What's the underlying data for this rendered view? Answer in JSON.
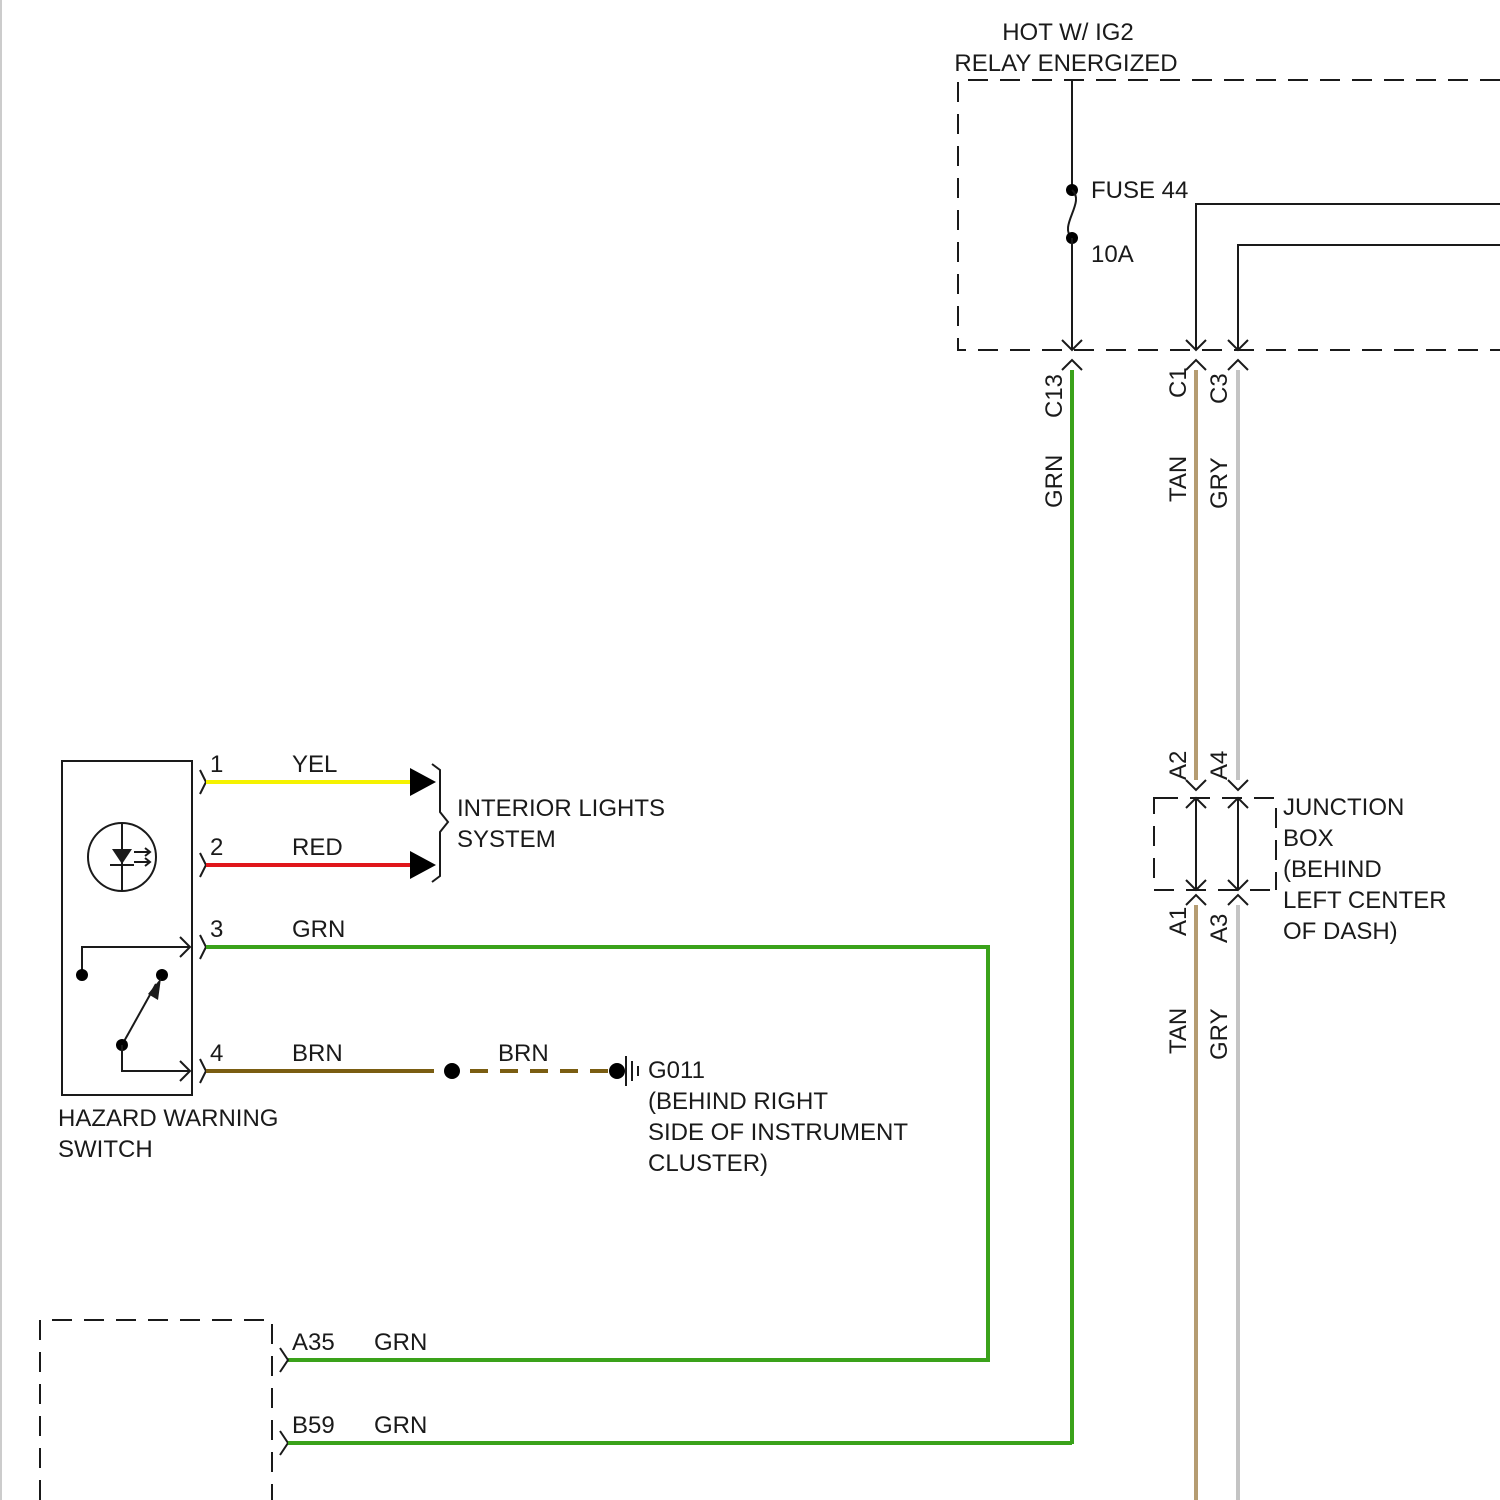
{
  "colors": {
    "grn": "#3aa21a",
    "tan": "#b59c72",
    "gry": "#c4c4c4",
    "yel": "#f5f200",
    "red": "#e0161b",
    "brn": "#7a5d12",
    "line": "#1a1a1a"
  },
  "icons": [
    "led-icon",
    "switch-contact-icon",
    "ground-icon",
    "fuse-icon"
  ],
  "power": {
    "line1": "HOT W/ IG2",
    "line2": "RELAY ENERGIZED"
  },
  "fuse": {
    "name": "FUSE 44",
    "rating": "10A"
  },
  "connectors": {
    "c13": "C13",
    "c1": "C1",
    "c3": "C3",
    "a2": "A2",
    "a4": "A4",
    "a1": "A1",
    "a3": "A3",
    "a35": "A35",
    "b59": "B59"
  },
  "wire_colors": {
    "grn": "GRN",
    "tan": "TAN",
    "gry": "GRY",
    "yel": "YEL",
    "red": "RED",
    "brn": "BRN"
  },
  "junction_box": {
    "line1": "JUNCTION",
    "line2": "BOX",
    "line3": "(BEHIND",
    "line4": "LEFT CENTER",
    "line5": "OF DASH)"
  },
  "hazard_switch": {
    "line1": "HAZARD WARNING",
    "line2": "SWITCH",
    "pins": [
      "1",
      "2",
      "3",
      "4"
    ]
  },
  "interior_lights": {
    "line1": "INTERIOR LIGHTS",
    "line2": "SYSTEM"
  },
  "ground": {
    "id": "G011",
    "line1": "(BEHIND RIGHT",
    "line2": "SIDE OF INSTRUMENT",
    "line3": "CLUSTER)"
  }
}
